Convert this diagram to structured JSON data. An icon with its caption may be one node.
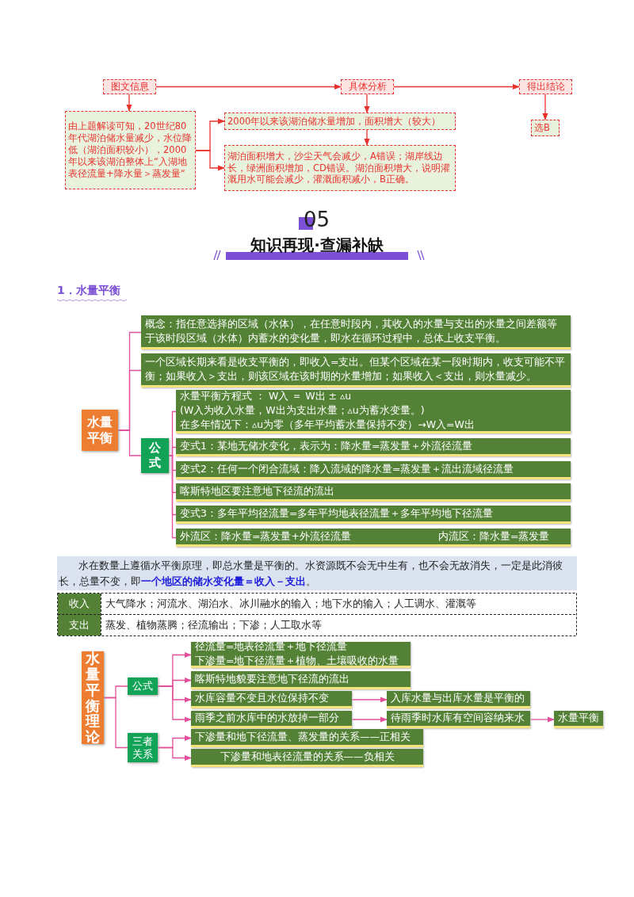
{
  "diagram": {
    "nodes": [
      {
        "text": [
          "图文信息"
        ]
      },
      {
        "text": [
          "具体分析"
        ]
      },
      {
        "text": [
          "得出结论"
        ]
      },
      {
        "text": [
          "由上题解读可知，20世纪80年代湖泊储水量减少，水位降低（湖泊面积较小），2000年以来该湖泊整体上“入湖地表径流量+降水量＞蒸发量“"
        ]
      },
      {
        "text": [
          "2000年以来该湖泊储水量增加，面积增大（较大）"
        ]
      },
      {
        "text": [
          "湖泊面积增大，沙尘天气会减少，A错误；湖岸线边长，绿洲面积增加，CD错误。湖泊面积增大，说明灌溉用水可能会减少，灌溉面积减小，B正确。"
        ]
      },
      {
        "text": [
          "选B"
        ]
      },
      {
        "text": [
          "水量平衡"
        ]
      },
      {
        "text": [
          "概念：指任意选择的区域（水体），在任意时段内，其收入的水量与支出的水量之间差额等于该时段区域（水体）内蓄水的变化量，即水在循环过程中，总体上收支平衡。"
        ]
      },
      {
        "text": [
          "一个区域长期来看是收支平衡的，即收入=支出。但某个区域在某一段时期内，收支可能不平衡；如果收入＞支出，则该区域在该时期的水量增加；如果收入＜支出，则水量减少。"
        ]
      },
      {
        "text": [
          "公式"
        ]
      },
      {
        "text": [
          "水量平衡方程式 ： W入 ＝ W出 ± ▵u",
          "(W入为收入水量，W出为支出水量；▵u为蓄水变量。)",
          "在多年情况下：▵u为零（多年平均蓄水量保持不变）→W入=W出"
        ]
      },
      {
        "text": [
          "变式1：某地无储水变化，表示为：降水量=蒸发量＋外流径流量"
        ]
      },
      {
        "text": [
          "变式2：任何一个闭合流域：降入流域的降水量=蒸发量＋流出流域径流量"
        ]
      },
      {
        "text": [
          "喀斯特地区要注意地下径流的流出"
        ]
      },
      {
        "text": [
          "变式3：多年平均径流量=多年平均地表径流量＋多年平均地下径流量"
        ]
      },
      {
        "text": [
          "外流区：降水量=蒸发量+外流径流量",
          "内流区：降水量=蒸发量"
        ]
      },
      {
        "text": [
          "水量平衡理论"
        ]
      },
      {
        "text": [
          "公式"
        ]
      },
      {
        "text": [
          "三者关系"
        ]
      },
      {
        "text": [
          "径流量=地表径流量＋地下径流量",
          "下渗量=地下径流量＋植物、土壤吸收的水量"
        ]
      },
      {
        "text": [
          "喀斯特地貌要注意地下径流的流出"
        ]
      },
      {
        "text": [
          "水库容量不变且水位保持不变"
        ]
      },
      {
        "text": [
          "入库水量与出库水量是平衡的"
        ]
      },
      {
        "text": [
          "雨季之前水库中的水放掉一部分"
        ]
      },
      {
        "text": [
          "待雨季时水库有空间容纳来水"
        ]
      },
      {
        "text": [
          "水量平衡"
        ]
      },
      {
        "text": [
          "下渗量和地下径流量、蒸发量的关系——正相关"
        ]
      },
      {
        "text": [
          "下渗量和地表径流量的关系——负相关"
        ]
      }
    ],
    "edges": [
      {
        "from": 0,
        "to": 1,
        "arrow": "to",
        "color": "#e8322e"
      },
      {
        "from": 1,
        "to": 2,
        "arrow": "to",
        "color": "#e8322e"
      },
      {
        "from": 0,
        "to": 3,
        "arrow": "to",
        "color": "#e8322e"
      },
      {
        "from": 1,
        "to": 4,
        "arrow": "to",
        "color": "#e8322e"
      },
      {
        "from": 2,
        "to": 6,
        "arrow": "to",
        "color": "#e8322e"
      },
      {
        "from": 3,
        "to": 4,
        "arrow": "to",
        "color": "#e8322e"
      },
      {
        "from": 3,
        "to": 5,
        "arrow": "to",
        "color": "#e8322e"
      },
      {
        "from": 4,
        "to": 5,
        "arrow": "to",
        "color": "#e8322e"
      },
      {
        "from": 7,
        "to": 8,
        "arrow": "none"
      },
      {
        "from": 7,
        "to": 9,
        "arrow": "none"
      },
      {
        "from": 7,
        "to": 10,
        "arrow": "none"
      },
      {
        "from": 10,
        "to": 11,
        "arrow": "none"
      },
      {
        "from": 10,
        "to": 12,
        "arrow": "none"
      },
      {
        "from": 10,
        "to": 13,
        "arrow": "none"
      },
      {
        "from": 10,
        "to": 14,
        "arrow": "none"
      },
      {
        "from": 10,
        "to": 15,
        "arrow": "none"
      },
      {
        "from": 10,
        "to": 16,
        "arrow": "none"
      },
      {
        "from": 17,
        "to": 18,
        "arrow": "none"
      },
      {
        "from": 17,
        "to": 19,
        "arrow": "none"
      },
      {
        "from": 18,
        "to": 20,
        "arrow": "to"
      },
      {
        "from": 18,
        "to": 21,
        "arrow": "to"
      },
      {
        "from": 18,
        "to": 22,
        "arrow": "to"
      },
      {
        "from": 18,
        "to": 24,
        "arrow": "to"
      },
      {
        "from": 19,
        "to": 27,
        "arrow": "to"
      },
      {
        "from": 19,
        "to": 28,
        "arrow": "to"
      },
      {
        "from": 22,
        "to": 23,
        "arrow": "to"
      },
      {
        "from": 24,
        "to": 25,
        "arrow": "to"
      },
      {
        "from": 25,
        "to": 26,
        "arrow": "to"
      }
    ],
    "labels": [
      "05",
      "知识再现·查漏补缺",
      "1．水量平衡",
      "水在数量上遵循水平衡原理，即总水量是平衡的。水资源既不会无中生有，也不会无故消失，一定是此消彼长，总量不变，即**一个地区的储水变化量＝收入－支出**。",
      "收入",
      "大气降水；河流水、湖泊水、冰川融水的输入；地下水的输入；人工调水、灌溉等",
      "支出",
      "蒸发、植物蒸腾；径流输出；下渗；人工取水等"
    ]
  }
}
